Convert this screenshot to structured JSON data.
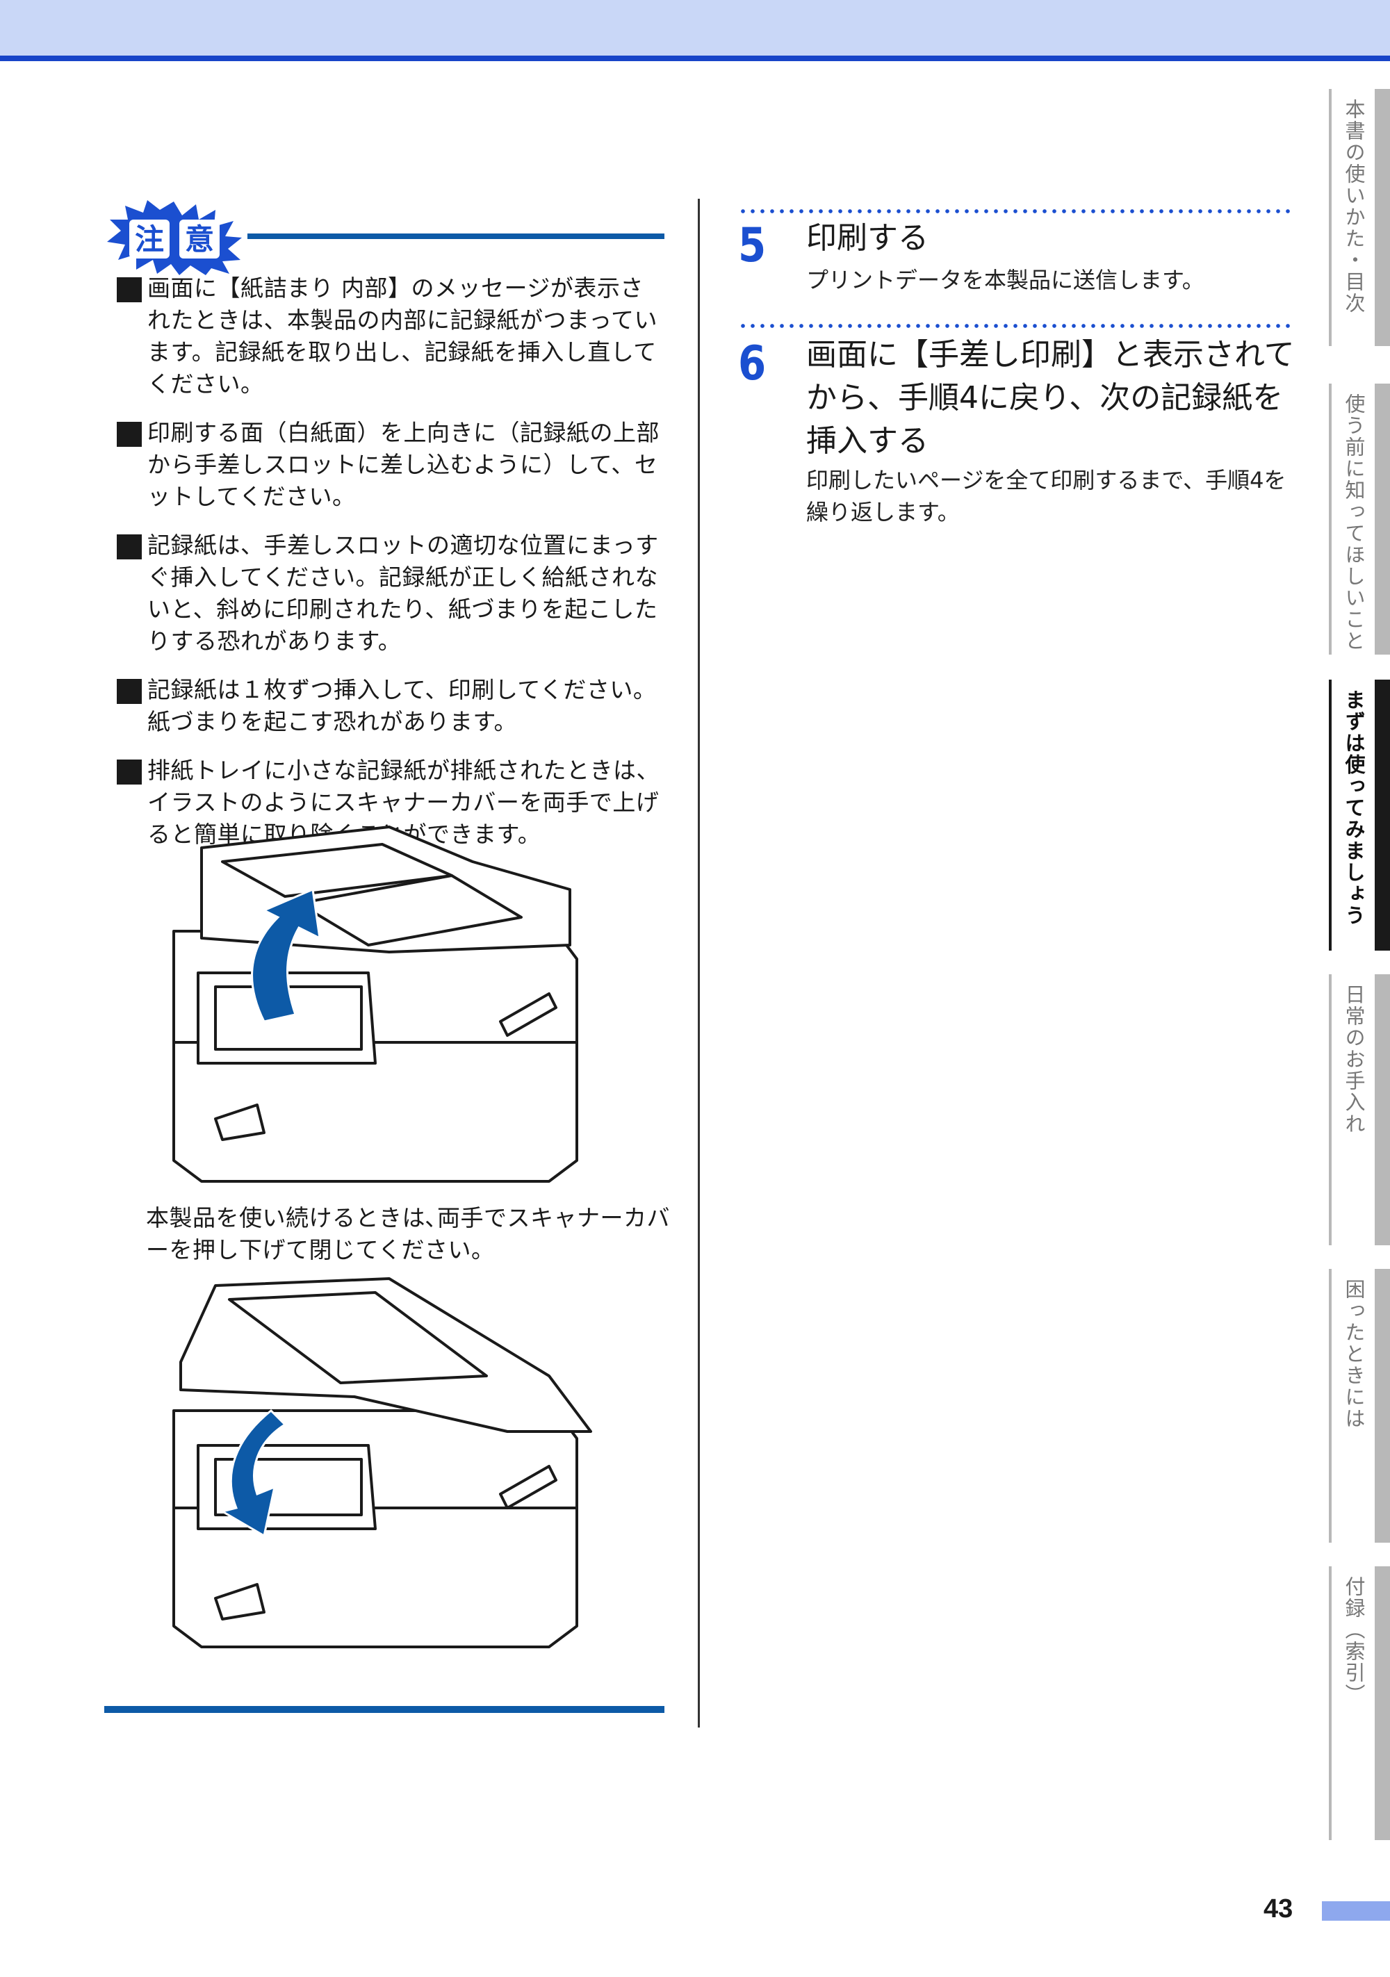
{
  "tabs": [
    {
      "label": "本書の使いかた・目次",
      "active": false
    },
    {
      "label": "使う前に知ってほしいこと",
      "active": false
    },
    {
      "label": "まずは使ってみましょう",
      "active": true
    },
    {
      "label": "日常のお手入れ",
      "active": false
    },
    {
      "label": "困ったときには",
      "active": false
    },
    {
      "label": "付録（索引）",
      "active": false
    }
  ],
  "caution": {
    "badge_text": "注意",
    "items": [
      "画面に【紙詰まり 内部】のメッセージが表示されたときは、本製品の内部に記録紙がつまっています。記録紙を取り出し、記録紙を挿入し直してください。",
      "印刷する面（白紙面）を上向きに（記録紙の上部から手差しスロットに差し込むように）して、セットしてください。",
      "記録紙は、手差しスロットの適切な位置にまっすぐ挿入してください。記録紙が正しく給紙されないと、斜めに印刷されたり、紙づまりを起こしたりする恐れがあります。",
      "記録紙は１枚ずつ挿入して、印刷してください。紙づまりを起こす恐れがあります。",
      "排紙トレイに小さな記録紙が排紙されたときは、イラストのようにスキャナーカバーを両手で上げると簡単に取り除くことができます。"
    ],
    "caption": "本製品を使い続けるときは､両手でスキャナーカバーを押し下げて閉じてください。"
  },
  "steps": [
    {
      "number": "5",
      "title": "印刷する",
      "description": "プリントデータを本製品に送信します。"
    },
    {
      "number": "6",
      "title": "画面に【手差し印刷】と表示されてから、手順4に戻り、次の記録紙を挿入する",
      "description": "印刷したいページを全て印刷するまで、手順4を繰り返します。"
    }
  ],
  "page_number": "43",
  "colors": {
    "accent": "#1b4fd0",
    "rule": "#0d5aa7",
    "header": "#c9d7f7"
  }
}
